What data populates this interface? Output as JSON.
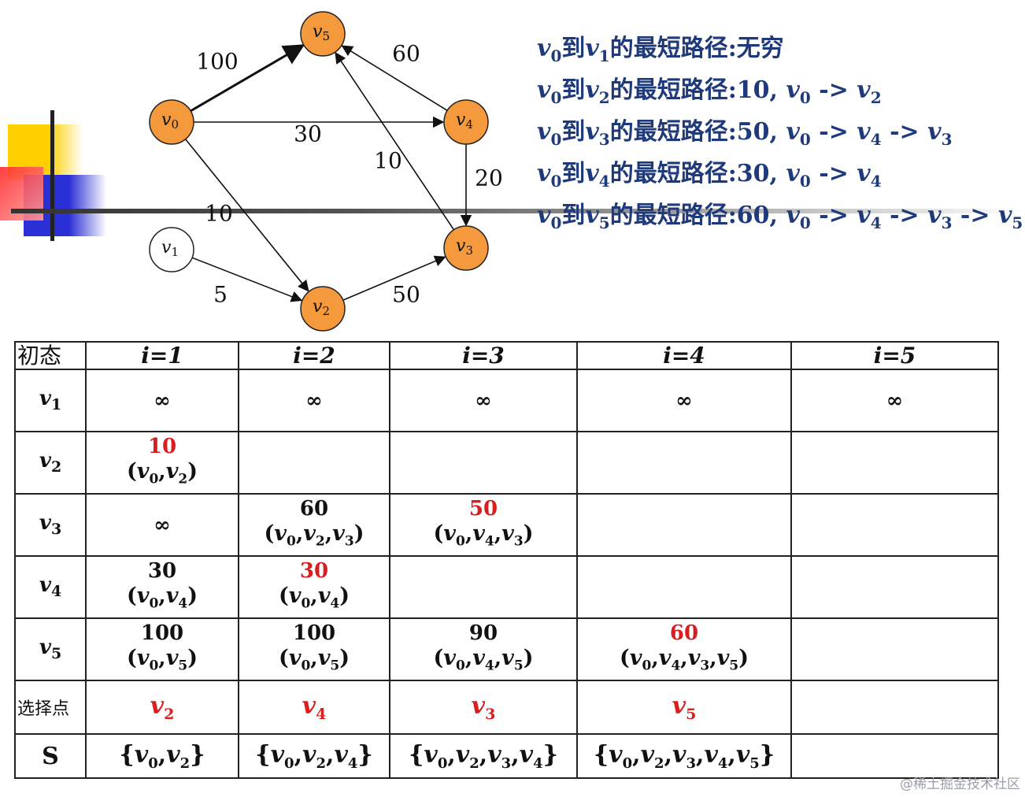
{
  "graph": {
    "nodes": [
      {
        "id": "v0",
        "base": "v",
        "sub": "0",
        "fill": "#f59a3c"
      },
      {
        "id": "v1",
        "base": "v",
        "sub": "1",
        "fill": "#ffffff"
      },
      {
        "id": "v2",
        "base": "v",
        "sub": "2",
        "fill": "#f59a3c"
      },
      {
        "id": "v3",
        "base": "v",
        "sub": "3",
        "fill": "#f59a3c"
      },
      {
        "id": "v4",
        "base": "v",
        "sub": "4",
        "fill": "#f59a3c"
      },
      {
        "id": "v5",
        "base": "v",
        "sub": "5",
        "fill": "#f59a3c"
      }
    ],
    "edges": [
      {
        "from": "v0",
        "to": "v5",
        "weight": "100"
      },
      {
        "from": "v0",
        "to": "v4",
        "weight": "30"
      },
      {
        "from": "v0",
        "to": "v2",
        "weight": "10"
      },
      {
        "from": "v1",
        "to": "v2",
        "weight": "5"
      },
      {
        "from": "v2",
        "to": "v3",
        "weight": "50"
      },
      {
        "from": "v4",
        "to": "v3",
        "weight": "20"
      },
      {
        "from": "v4",
        "to": "v5",
        "weight": "60"
      },
      {
        "from": "v3",
        "to": "v5",
        "weight": "10"
      }
    ]
  },
  "results": [
    {
      "target": "1",
      "text": "的最短路径:无穷",
      "path": []
    },
    {
      "target": "2",
      "text": "的最短路径:10, ",
      "path": [
        "0",
        "2"
      ]
    },
    {
      "target": "3",
      "text": "的最短路径:50, ",
      "path": [
        "0",
        "4",
        "3"
      ]
    },
    {
      "target": "4",
      "text": "的最短路径:30, ",
      "path": [
        "0",
        "4"
      ]
    },
    {
      "target": "5",
      "text": "的最短路径:60, ",
      "path": [
        "0",
        "4",
        "3",
        "5"
      ]
    }
  ],
  "results_connector": "到",
  "results_arrow": "->",
  "table": {
    "corner": "初态",
    "headers": [
      "i=1",
      "i=2",
      "i=3",
      "i=4",
      "i=5"
    ],
    "rows": [
      {
        "sub": "1",
        "cells": [
          {
            "dist": "∞",
            "path": []
          },
          {
            "dist": "∞",
            "path": []
          },
          {
            "dist": "∞",
            "path": []
          },
          {
            "dist": "∞",
            "path": []
          },
          {
            "dist": "∞",
            "path": []
          }
        ]
      },
      {
        "sub": "2",
        "cells": [
          {
            "dist": "10",
            "path": [
              "0",
              "2"
            ],
            "red": true
          },
          {
            "dist": "",
            "path": []
          },
          {
            "dist": "",
            "path": []
          },
          {
            "dist": "",
            "path": []
          },
          {
            "dist": "",
            "path": []
          }
        ]
      },
      {
        "sub": "3",
        "cells": [
          {
            "dist": "∞",
            "path": []
          },
          {
            "dist": "60",
            "path": [
              "0",
              "2",
              "3"
            ]
          },
          {
            "dist": "50",
            "path": [
              "0",
              "4",
              "3"
            ],
            "red": true
          },
          {
            "dist": "",
            "path": []
          },
          {
            "dist": "",
            "path": []
          }
        ]
      },
      {
        "sub": "4",
        "cells": [
          {
            "dist": "30",
            "path": [
              "0",
              "4"
            ]
          },
          {
            "dist": "30",
            "path": [
              "0",
              "4"
            ],
            "red": true
          },
          {
            "dist": "",
            "path": []
          },
          {
            "dist": "",
            "path": []
          },
          {
            "dist": "",
            "path": []
          }
        ]
      },
      {
        "sub": "5",
        "cells": [
          {
            "dist": "100",
            "path": [
              "0",
              "5"
            ]
          },
          {
            "dist": "100",
            "path": [
              "0",
              "5"
            ]
          },
          {
            "dist": "90",
            "path": [
              "0",
              "4",
              "5"
            ]
          },
          {
            "dist": "60",
            "path": [
              "0",
              "4",
              "3",
              "5"
            ],
            "red": true
          },
          {
            "dist": "",
            "path": []
          }
        ]
      }
    ],
    "select_label": "选择点",
    "selected": [
      "2",
      "4",
      "3",
      "5",
      ""
    ],
    "set_label": "S",
    "sets": [
      [
        "0",
        "2"
      ],
      [
        "0",
        "2",
        "4"
      ],
      [
        "0",
        "2",
        "3",
        "4"
      ],
      [
        "0",
        "2",
        "3",
        "4",
        "5"
      ],
      []
    ]
  },
  "watermark": "@稀土掘金技术社区",
  "colors": {
    "node_orange": "#f59a3c",
    "result_blue": "#1f3a7a",
    "highlight_red": "#d81e1e"
  }
}
